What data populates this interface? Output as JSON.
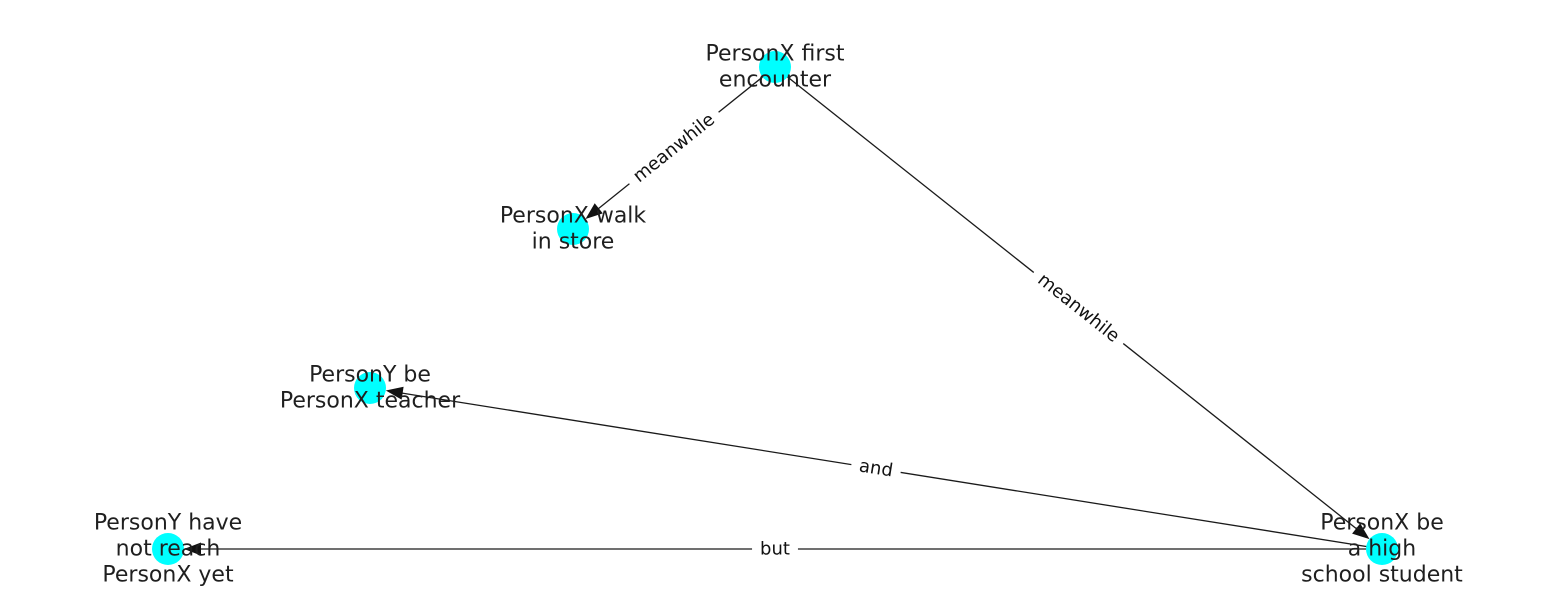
{
  "colors": {
    "node": "#00ffff",
    "edge": "#1a1a1a",
    "text": "#1f1f1f",
    "background": "#ffffff"
  },
  "nodes": [
    {
      "id": "first_encounter",
      "lines": [
        "PersonX first",
        "encounter"
      ]
    },
    {
      "id": "walk_in_store",
      "lines": [
        "PersonX walk",
        "in store"
      ]
    },
    {
      "id": "y_teacher",
      "lines": [
        "PersonY be",
        "PersonX teacher"
      ]
    },
    {
      "id": "y_not_reach",
      "lines": [
        "PersonY have",
        "not reach",
        "PersonX yet"
      ]
    },
    {
      "id": "high_school",
      "lines": [
        "PersonX be",
        "a high",
        "school student"
      ]
    }
  ],
  "edges": [
    {
      "source": "first_encounter",
      "target": "walk_in_store",
      "label": "meanwhile"
    },
    {
      "source": "first_encounter",
      "target": "high_school",
      "label": "meanwhile"
    },
    {
      "source": "high_school",
      "target": "y_teacher",
      "label": "and"
    },
    {
      "source": "high_school",
      "target": "y_not_reach",
      "label": "but"
    }
  ]
}
